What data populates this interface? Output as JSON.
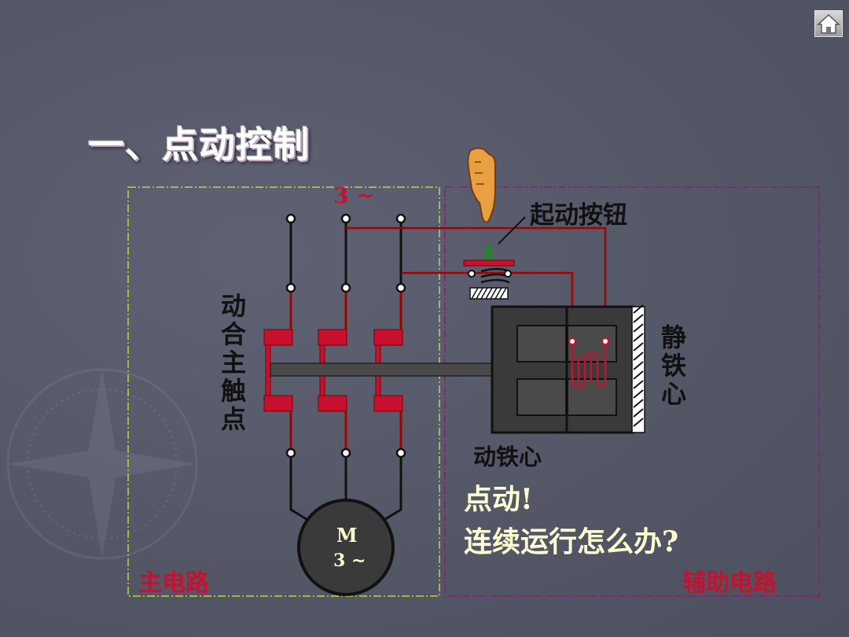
{
  "title": "一、点动控制",
  "icons": {
    "home": "home-icon",
    "hand": "pointing-hand-icon"
  },
  "labels": {
    "phase_top": "3 ~",
    "start_button": "起动按钮",
    "main_contacts": "动合主触点",
    "static_core": "静铁心",
    "moving_core": "动铁心",
    "motor_letter": "M",
    "motor_phase": "3 ~",
    "main_circuit": "主电路",
    "aux_circuit": "辅助电路",
    "jog": "点动!",
    "question": "连续运行怎么办?"
  },
  "colors": {
    "background": "#545766",
    "wire_red": "#a50000",
    "wire_black": "#111111",
    "main_box": "#c8d23c",
    "aux_box": "#8a1a7e",
    "label_red": "#c8102e",
    "highlight_text": "#ffffd2"
  }
}
